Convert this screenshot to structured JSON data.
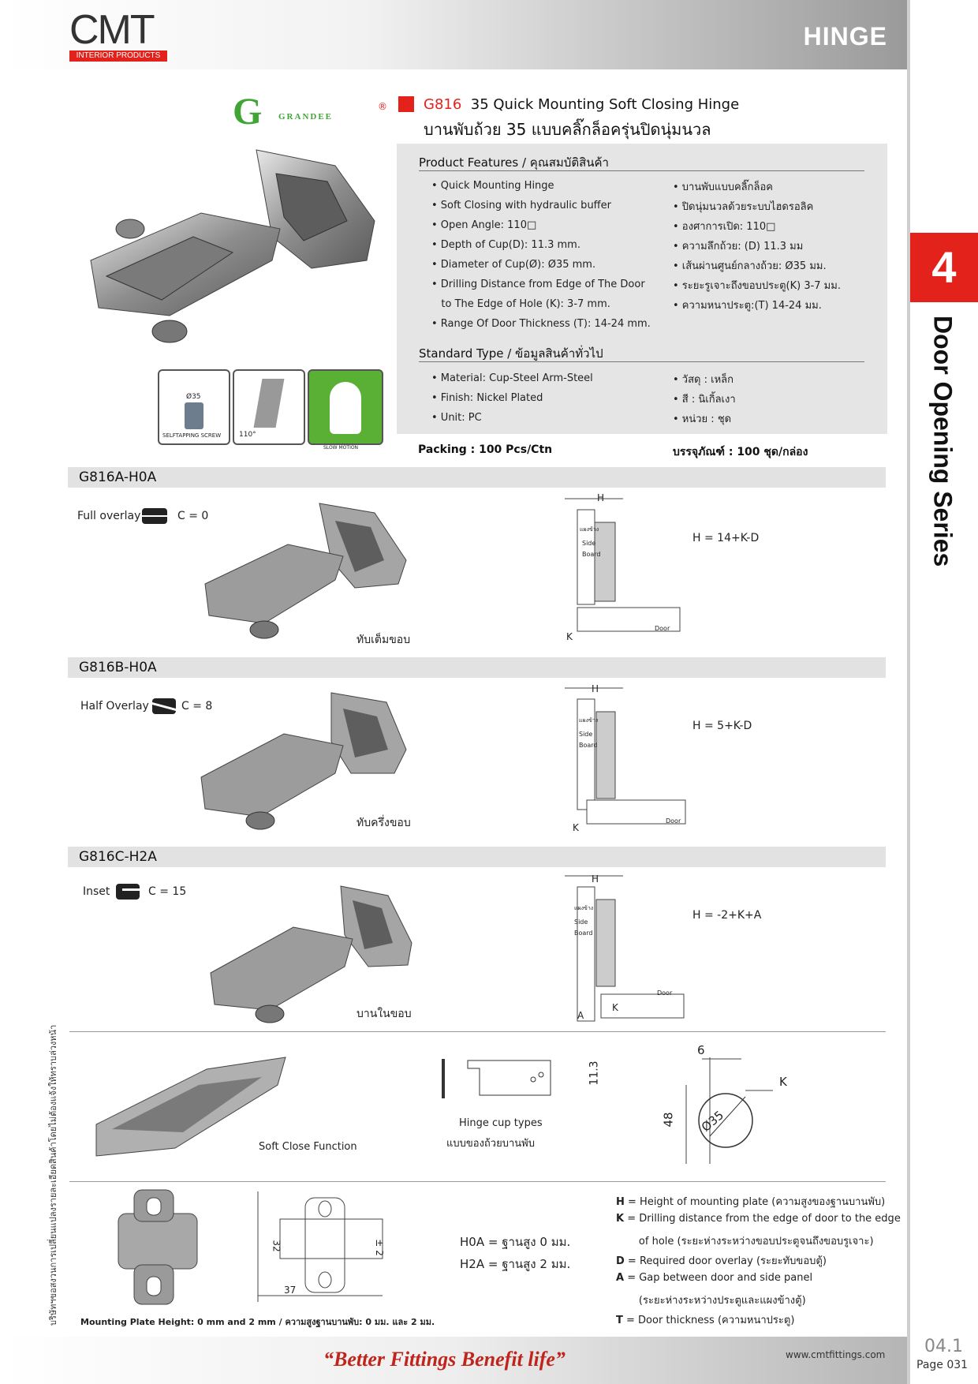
{
  "header": {
    "brand": "CMT",
    "brand_sub": "INTERIOR PRODUCTS",
    "category": "HINGE"
  },
  "chapter": {
    "number": "4",
    "series": "Door Opening Series"
  },
  "logo": {
    "letter": "G",
    "word": "GRANDEE",
    "reg": "®"
  },
  "product": {
    "code": "G816",
    "title_en": "35 Quick Mounting Soft Closing Hinge",
    "title_th": "บานพับถ้วย 35 แบบคลิ๊กล็อครุ่นปิดนุ่มนวล"
  },
  "icons": {
    "cup": "Ø35",
    "screw": "SELFTAPPING SCREW",
    "angle": "110°",
    "slow": "SLOW MOTION"
  },
  "features": {
    "heading": "Product Features / คุณสมบัติสินค้า",
    "en": [
      "• Quick Mounting Hinge",
      "• Soft Closing with hydraulic buffer",
      "• Open Angle:   110□",
      "• Depth of Cup(D):  11.3 mm.",
      "• Diameter of Cup(Ø): Ø35 mm.",
      "• Drilling Distance from Edge of The Door",
      "   to The Edge of Hole (K): 3-7 mm.",
      "• Range Of Door Thickness (T):  14-24 mm."
    ],
    "th": [
      "• บานพับแบบคลิ๊กล็อค",
      "• ปิดนุ่มนวลด้วยระบบไฮดรอลิค",
      "• องศาการเปิด:  110□",
      "• ความลึกถ้วย: (D) 11.3 มม",
      "• เส้นผ่านศูนย์กลางถ้วย: Ø35 มม.",
      "• ระยะรูเจาะถึงขอบประตู(K)  3-7 มม.",
      "• ความหนาประตู:(T)   14-24 มม."
    ]
  },
  "standard": {
    "heading": "Standard Type / ข้อมูลสินค้าทั่วไป",
    "en": [
      "• Material: Cup-Steel Arm-Steel",
      "• Finish:  Nickel Plated",
      "• Unit:  PC"
    ],
    "th": [
      "• วัสดุ : เหล็ก",
      "• สี : นิเกิ้ลเงา",
      "• หน่วย : ชุด"
    ]
  },
  "packing": {
    "en": "Packing : 100 Pcs/Ctn",
    "th": "บรรจุภัณฑ์ : 100 ชุด/กล่อง"
  },
  "variants": [
    {
      "code": "G816A-H0A",
      "type": "Full overlay",
      "c": "C = 0",
      "th": "ทับเต็มขอบ",
      "formula": "H = 14+K-D",
      "dims": [
        "H",
        "K"
      ]
    },
    {
      "code": "G816B-H0A",
      "type": "Half Overlay",
      "c": "C = 8",
      "th": "ทับครึ่งขอบ",
      "formula": "H = 5+K-D",
      "dims": [
        "H",
        "K"
      ]
    },
    {
      "code": "G816C-H2A",
      "type": "Inset",
      "c": "C = 15",
      "th": "บานในขอบ",
      "formula": "H = -2+K+A",
      "dims": [
        "H",
        "K",
        "A"
      ]
    }
  ],
  "diagram_labels": {
    "side_th": "แผงข้าง",
    "side": "Side",
    "board": "Board",
    "door": "Door"
  },
  "details": {
    "soft_close": "Soft Close Function",
    "cup_types_en": "Hinge cup types",
    "cup_types_th": "แบบของถ้วยบานพับ",
    "cup_depth": "11.3",
    "drill": {
      "six": "6",
      "k": "K",
      "dia": "Ø35",
      "h48": "48"
    }
  },
  "mounting": {
    "caption": "Mounting Plate Height: 0 mm and 2 mm / ความสูงฐานบานพับ: 0 มม. และ 2 มม.",
    "w": "37",
    "h": "32",
    "z": "± 2",
    "h0a": "H0A = ฐานสูง 0 มม.",
    "h2a": "H2A = ฐานสูง 2 มม."
  },
  "legend": [
    {
      "k": "H",
      "t": " = Height of mounting plate (ความสูงของฐานบานพับ)"
    },
    {
      "k": "K",
      "t": " = Drilling distance from the edge of door to the edge"
    },
    {
      "k": "",
      "t": "       of hole (ระยะห่างระหว่างขอบประตูจนถึงขอบรูเจาะ)"
    },
    {
      "k": "D",
      "t": " = Required door overlay (ระยะทับขอบตู้)"
    },
    {
      "k": "A",
      "t": " = Gap between door and side panel"
    },
    {
      "k": "",
      "t": "       (ระยะห่างระหว่างประตูและแผงข้างตู้)"
    },
    {
      "k": "T",
      "t": " = Door thickness (ความหนาประตู)"
    }
  ],
  "side_note": "บริษัทฯขอสงวนการเปลี่ยนแปลงรายละเอียดสินค้าโดยไม่ต้องแจ้งให้ทราบล่วงหน้า",
  "footer": {
    "slogan": "“Better Fittings Benefit life”",
    "site": "www.cmtfittings.com",
    "page_num": "04.1",
    "page_name": "Page 031"
  },
  "colors": {
    "accent": "#e3231b",
    "brand_green": "#3fa535",
    "metal": "#9a9a9a"
  }
}
